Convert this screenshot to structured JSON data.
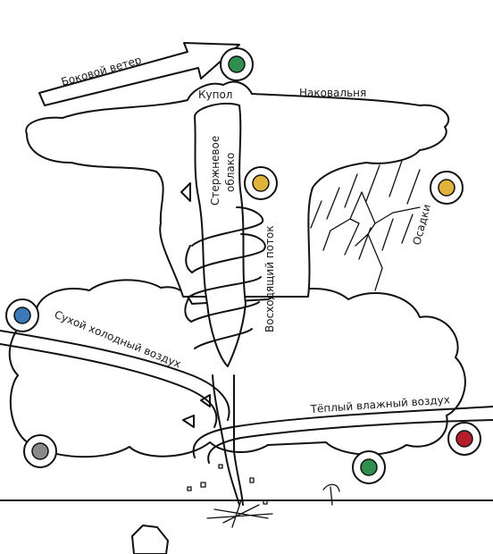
{
  "labels": {
    "side_wind": "Боковой ветер",
    "dome": "Купол",
    "anvil": "Наковальня",
    "core_cloud_line1": "Стержневое",
    "core_cloud_line2": "облако",
    "updraft": "Восходящий поток",
    "precipitation": "Осадки",
    "dry_cold_air": "Сухой холодный воздух",
    "warm_moist_air": "Тёплый влажный воздух"
  },
  "colors": {
    "ink": "#111111",
    "paper": "#ffffff",
    "badge_green": "#2f8f4e",
    "badge_red": "#b3202a",
    "badge_blue": "#3a78b8",
    "badge_yellow": "#e0b43a",
    "badge_gray": "#8a8a8a"
  },
  "icons": {
    "badge": "color-ball-badge-icon",
    "arrow": "wind-arrow-icon",
    "lightning": "lightning-icon",
    "house": "house-icon"
  }
}
